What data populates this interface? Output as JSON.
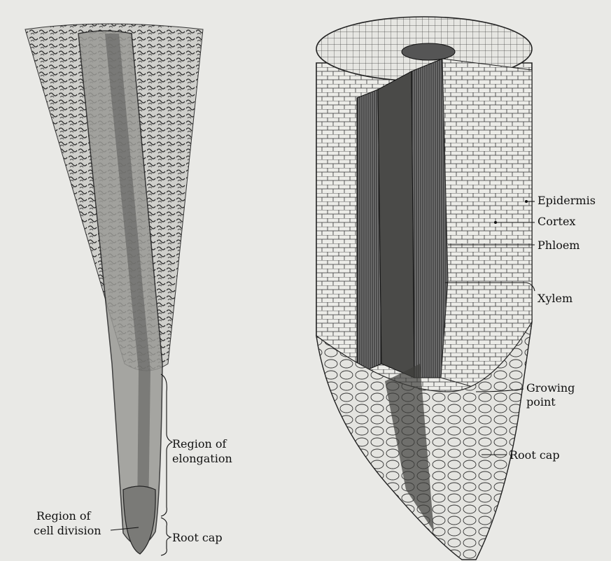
{
  "left_root": {
    "labels": {
      "elongation": [
        "Region of",
        "elongation"
      ],
      "cell_division": [
        "Region of",
        "cell division"
      ],
      "root_cap": "Root cap"
    }
  },
  "right_root": {
    "labels": {
      "epidermis": "Epidermis",
      "cortex": "Cortex",
      "phloem": "Phloem",
      "xylem": "Xylem",
      "growing_point": [
        "Growing",
        "point"
      ],
      "root_cap": "Root cap"
    }
  }
}
